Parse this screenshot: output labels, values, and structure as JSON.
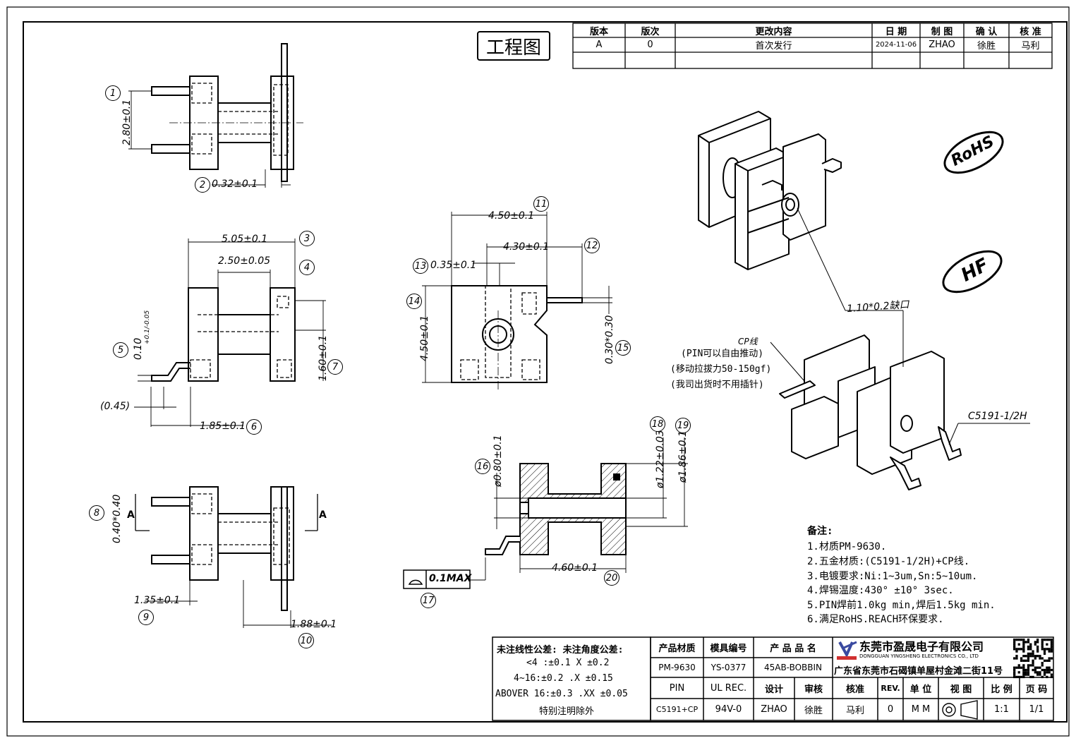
{
  "stamp": "工程图",
  "revision_table": {
    "headers": [
      "版本",
      "版次",
      "更改内容",
      "日 期",
      "制 图",
      "确 认",
      "核 准"
    ],
    "row": [
      "A",
      "0",
      "首次发行",
      "2024-11-06",
      "ZHAO",
      "徐胜",
      "马利"
    ]
  },
  "dimensions": {
    "d2_80": "2.80±0.1",
    "d0_32": "0.32±0.1",
    "d5_05": "5.05±0.1",
    "d2_50": "2.50±0.05",
    "d0_10": "0.10",
    "d0_10_tol": "+0.1/-0.05",
    "d1_60": "1.60±0.1",
    "d0_45": "(0.45)",
    "d1_85": "1.85±0.1",
    "d0_40": "0.40*0.40",
    "d1_35": "1.35±0.1",
    "d1_88": "1.88±0.1",
    "d4_50w": "4.50±0.1",
    "d4_30": "4.30±0.1",
    "d0_35": "0.35±0.1",
    "d4_50h": "4.50±0.1",
    "d0_30": "0.30*0.30",
    "d0_80": "ø0.80±0.1",
    "d1_22": "ø1.22±0.03",
    "d1_86": "ø1.86±0.1",
    "d4_60": "4.60±0.1",
    "flatness": "0.1MAX",
    "section_a": "A",
    "slot": "1.10*0.2缺口",
    "cp": "CP线",
    "pin_note1": "(PIN可以自由推动)",
    "pin_note2": "(移动拉拔力50-150gf)",
    "pin_note3": "(我司出货时不用插针)",
    "c5191": "C5191-1/2H"
  },
  "bubbles": [
    "1",
    "2",
    "3",
    "4",
    "5",
    "6",
    "7",
    "8",
    "9",
    "10",
    "11",
    "12",
    "13",
    "14",
    "15",
    "16",
    "17",
    "18",
    "19",
    "20"
  ],
  "badges": {
    "rohs": "RoHS",
    "hf": "HF"
  },
  "notes": {
    "title": "备注:",
    "items": [
      "1.材质PM-9630.",
      "2.五金材质:(C5191-1/2H)+CP线.",
      "3.电镀要求:Ni:1~3um,Sn:5~10um.",
      "4.焊锡温度:430° ±10° 3sec.",
      "5.PIN焊前1.0kg min,焊后1.5kg min.",
      "6.满足RoHS.REACH环保要求."
    ]
  },
  "tolerance": {
    "line1": "未注线性公差:  未注角度公差:",
    "line2": "<4 :±0.1  X ±0.2",
    "line3": "4~16:±0.2  .X ±0.15",
    "line4": "ABOVER 16:±0.3  .XX ±0.05",
    "line5": "特别注明除外"
  },
  "title_block": {
    "h1": "产品材质",
    "h2": "模具编号",
    "h3": "产 品 品 名",
    "v1": "PM-9630",
    "v2": "YS-0377",
    "v3": "45AB-BOBBIN",
    "company_cn": "东莞市盈晟电子有限公司",
    "company_en": "DONGGUAN YINGSHENG ELECTRONICS CO., LTD",
    "address": "广东省东莞市石碣镇单屋村金滩二街11号",
    "r1": [
      "PIN",
      "UL REC.",
      "设计",
      "审核",
      "核准",
      "REV.",
      "单 位",
      "视 图",
      "比 例",
      "页 码"
    ],
    "r2": [
      "C5191+CP",
      "94V-0",
      "ZHAO",
      "徐胜",
      "马利",
      "0",
      "M M",
      "",
      "1:1",
      "1/1"
    ]
  }
}
